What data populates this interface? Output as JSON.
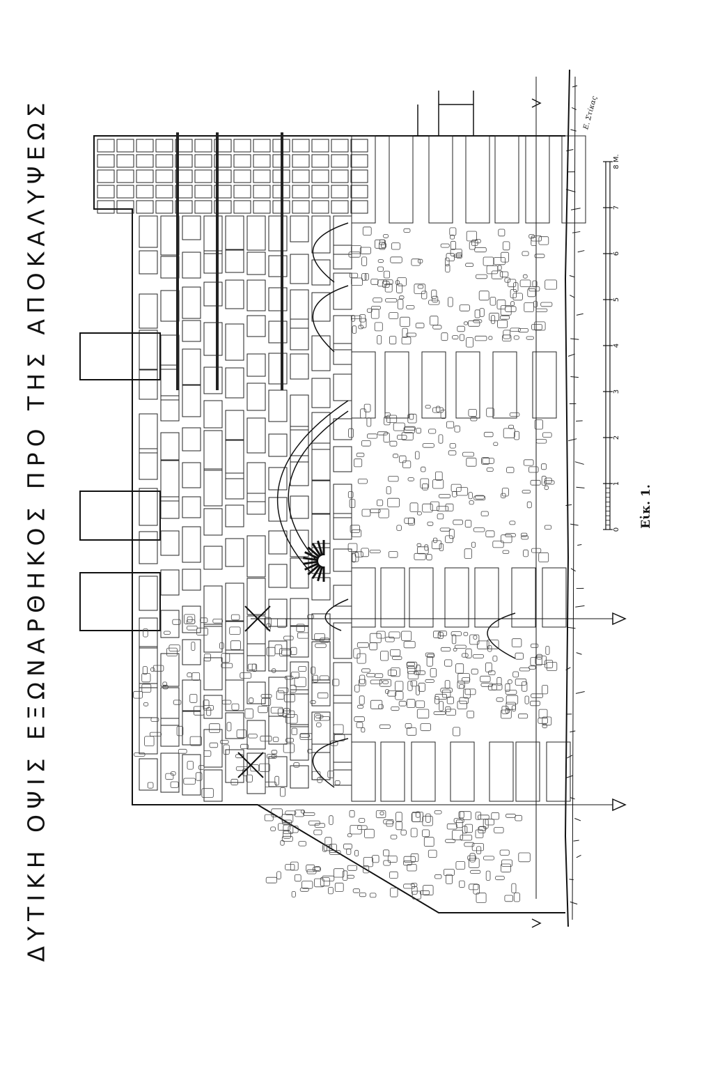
{
  "title": "ΔΥΤΙΚΗ ΟΨΙΣ ΕΞΩΝΑΡΘΗΚΟΣ ΠΡΟ ΤΗΣ ΑΠΟΚΑΛΥΨΕΩΣ",
  "figure_label": "Εἰκ. 1.",
  "signature": "Ε. Στίκας",
  "scale_bar": {
    "ticks": [
      "0",
      "1",
      "2",
      "3",
      "4",
      "5",
      "6",
      "7",
      "8 Μ."
    ]
  },
  "colors": {
    "ink": "#111111",
    "paper": "#ffffff"
  }
}
